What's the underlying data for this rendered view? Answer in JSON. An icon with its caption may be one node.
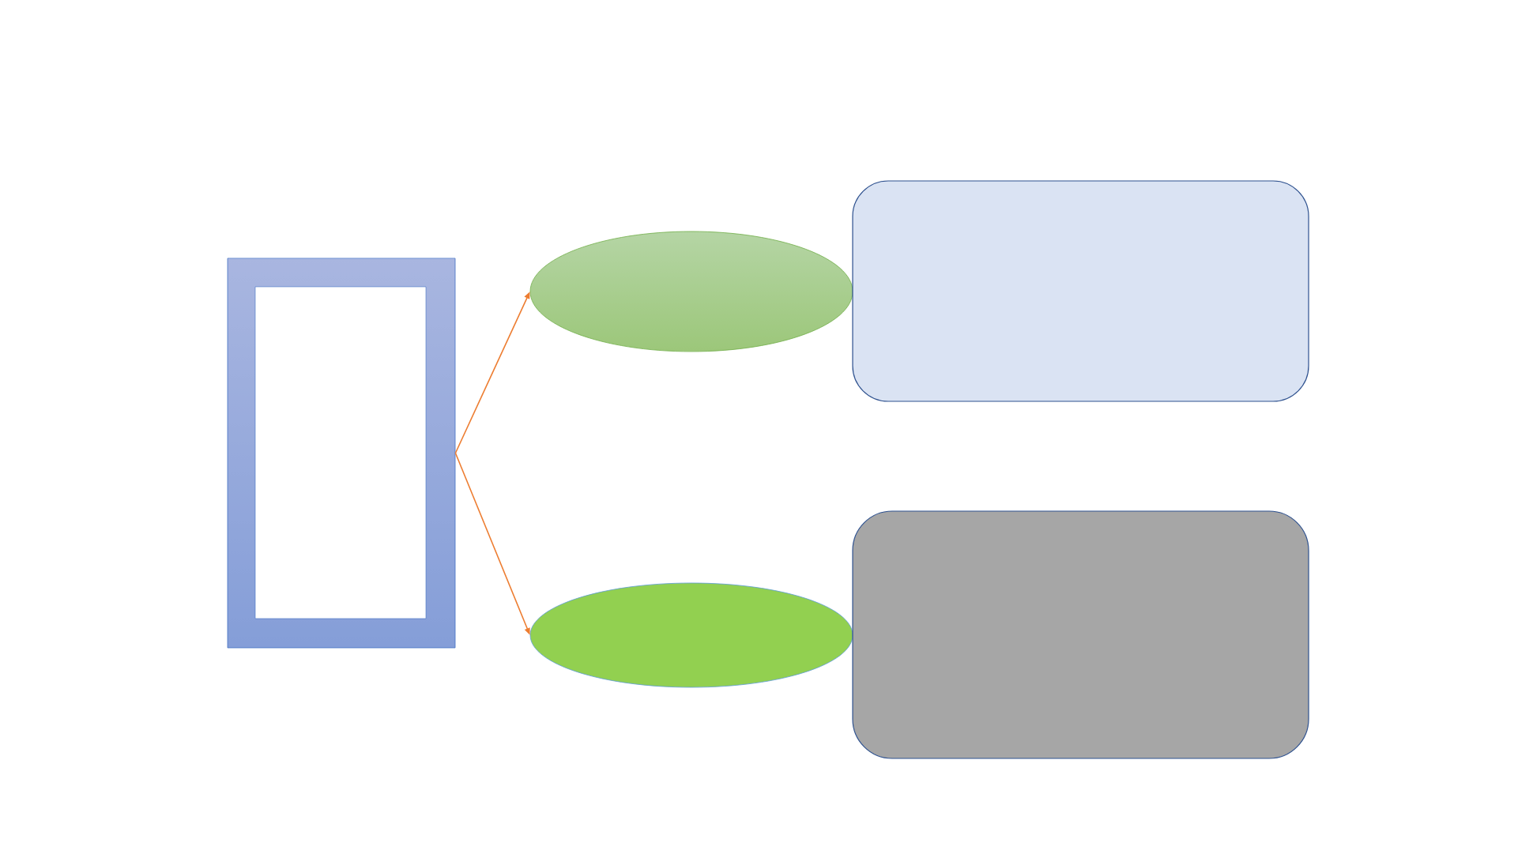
{
  "diagram": {
    "nodes": [
      {
        "text": [],
        "shape": "frame"
      },
      {
        "text": [],
        "shape": "ellipse"
      },
      {
        "text": [],
        "shape": "ellipse"
      },
      {
        "text": [],
        "shape": "box"
      },
      {
        "text": [],
        "shape": "box"
      }
    ],
    "edges": [
      {
        "from": 0,
        "to": 1,
        "arrow": "to"
      },
      {
        "from": 0,
        "to": 2,
        "arrow": "to"
      }
    ]
  }
}
